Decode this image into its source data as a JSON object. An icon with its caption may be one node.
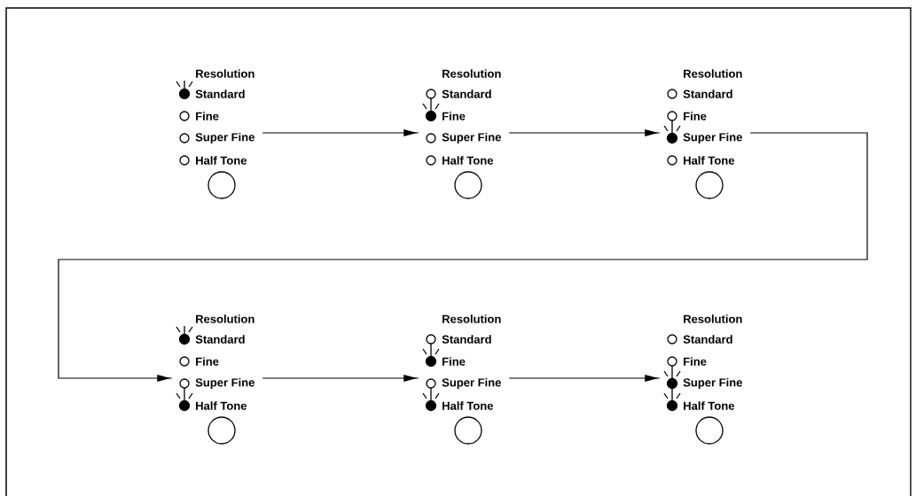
{
  "diagram": {
    "nodes": [
      {
        "text": [
          "Resolution",
          "Standard",
          "Fine",
          "Super Fine",
          "Half Tone"
        ]
      },
      {
        "text": [
          "Resolution",
          "Standard",
          "Fine",
          "Super Fine",
          "Half Tone"
        ]
      },
      {
        "text": [
          "Resolution",
          "Standard",
          "Fine",
          "Super Fine",
          "Half Tone"
        ]
      },
      {
        "text": [
          "Resolution",
          "Standard",
          "Fine",
          "Super Fine",
          "Half Tone"
        ]
      },
      {
        "text": [
          "Resolution",
          "Standard",
          "Fine",
          "Super Fine",
          "Half Tone"
        ]
      },
      {
        "text": [
          "Resolution",
          "Standard",
          "Fine",
          "Super Fine",
          "Half Tone"
        ]
      }
    ],
    "edges": [
      {
        "from": 0,
        "to": 1,
        "arrow": "to"
      },
      {
        "from": 1,
        "to": 2,
        "arrow": "to"
      },
      {
        "from": 2,
        "to": 3,
        "arrow": "to"
      },
      {
        "from": 3,
        "to": 4,
        "arrow": "to"
      },
      {
        "from": 4,
        "to": 5,
        "arrow": "to"
      }
    ]
  }
}
